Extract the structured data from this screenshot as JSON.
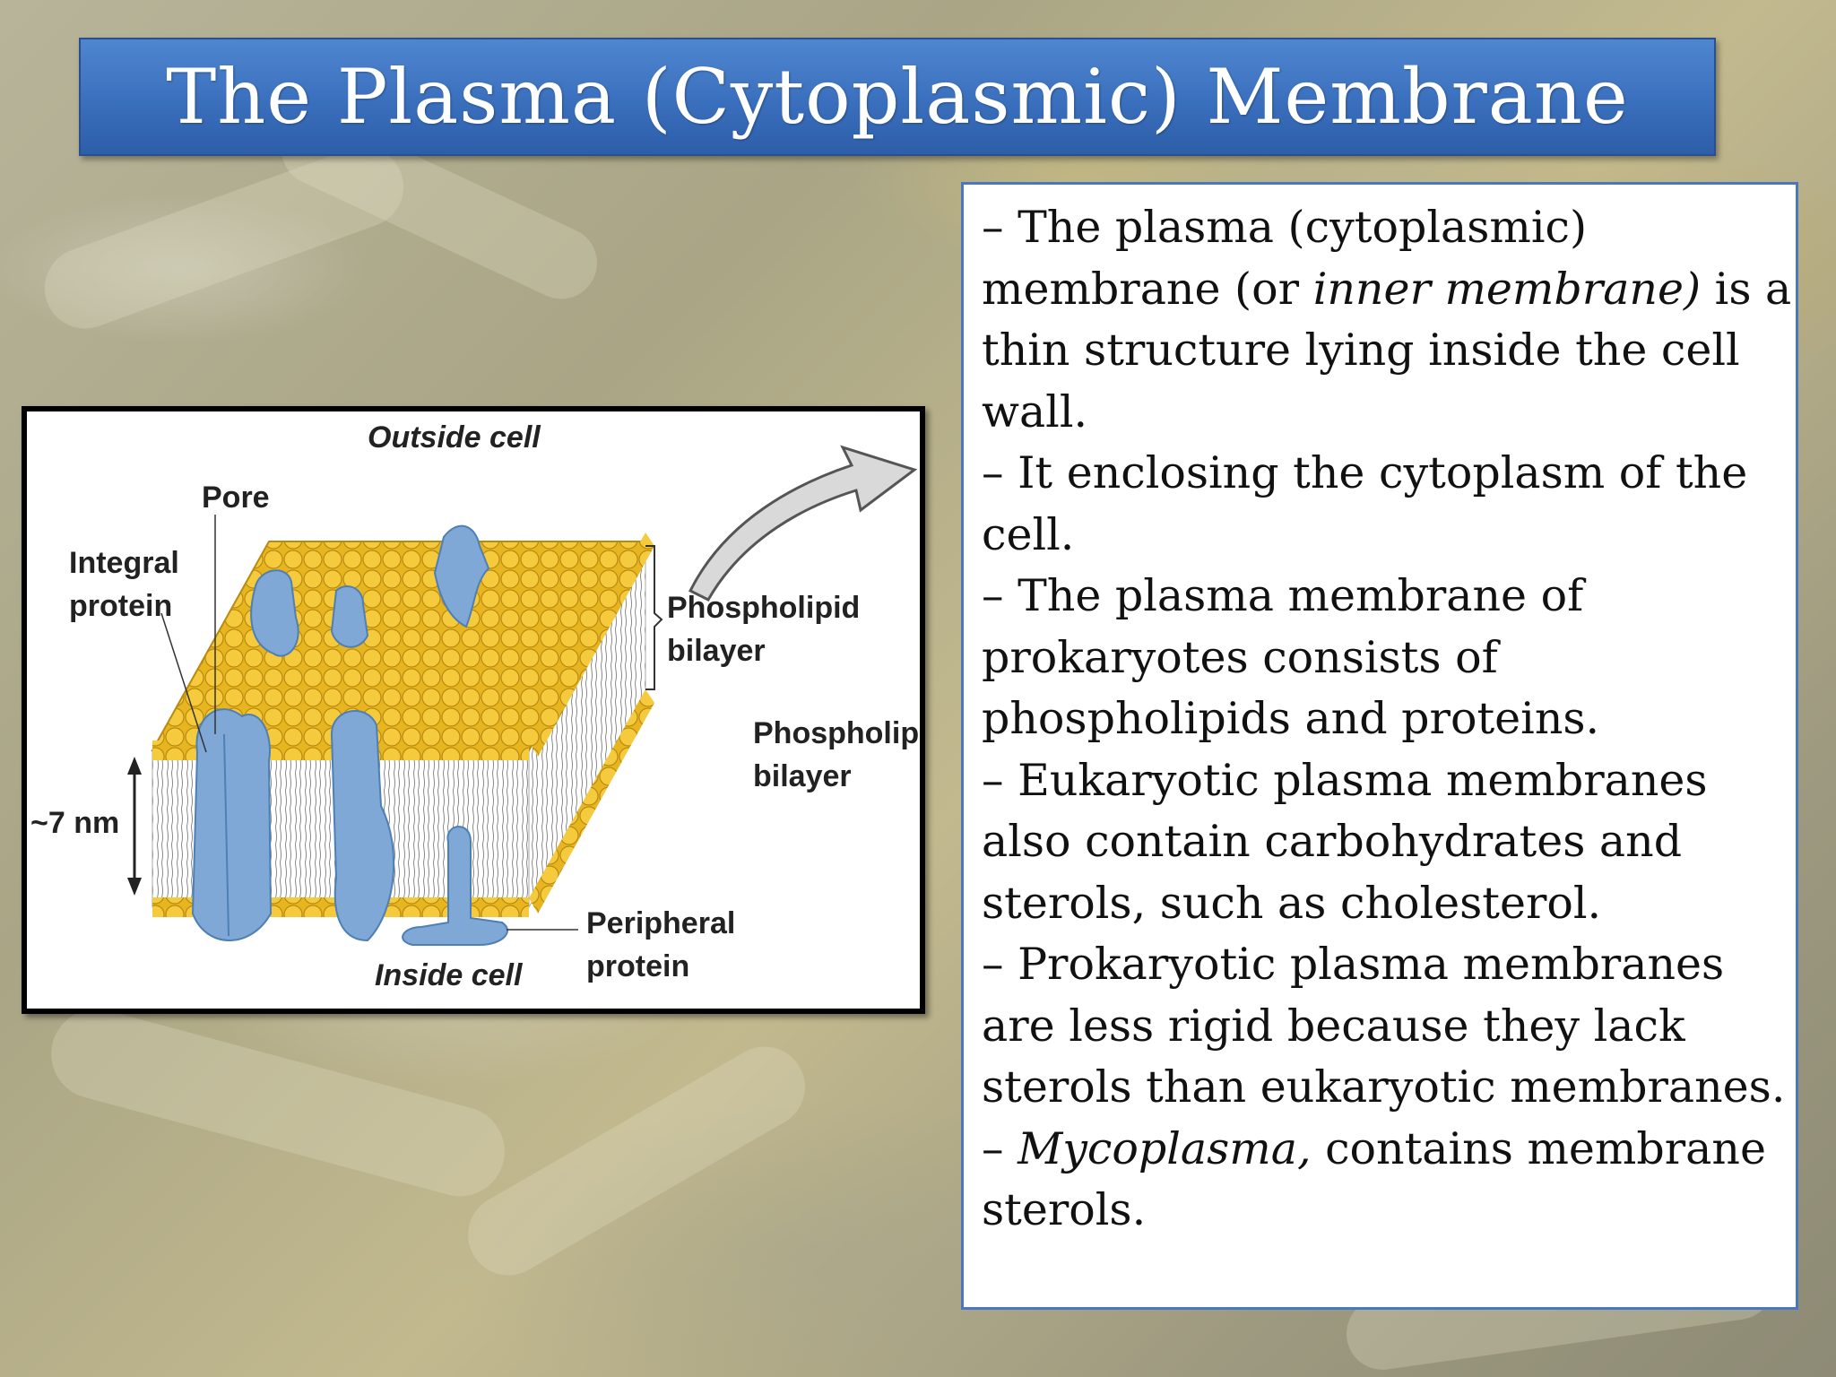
{
  "title": "The Plasma (Cytoplasmic) Membrane",
  "figure": {
    "outside_cell": "Outside cell",
    "pore": "Pore",
    "integral_protein_1": "Integral",
    "integral_protein_2": "protein",
    "phospholipid_bilayer_1_a": "Phospholipid",
    "phospholipid_bilayer_1_b": "bilayer",
    "phospholipid_bilayer_2_a": "Phospholipid",
    "phospholipid_bilayer_2_b": "bilayer",
    "thickness": "~7 nm",
    "peripheral_protein_1": "Peripheral",
    "peripheral_protein_2": "protein",
    "inside_cell": "Inside cell"
  },
  "text": {
    "p1": "– The plasma (cytoplasmic) membrane (or ",
    "p1_em": "inner membrane)",
    "p1_end": " is a thin structure lying inside the cell wall.",
    "p2": "– It enclosing the cytoplasm of the cell.",
    "p3": "– The plasma membrane of prokaryotes consists of phospholipids and proteins.",
    "p4": "– Eukaryotic plasma membranes also contain carbohydrates and sterols, such as cholesterol.",
    "p5": "– Prokaryotic plasma membranes are less rigid because they lack sterols than eukaryotic membranes.",
    "p6_pre": "– ",
    "p6_em": "Mycoplasma,",
    "p6_end": " contains membrane sterols."
  },
  "colors": {
    "title_bar": "#3a6fbd",
    "text_border": "#4a78c0",
    "lipid_head": "#f2c230",
    "protein": "#7fa8d6"
  }
}
